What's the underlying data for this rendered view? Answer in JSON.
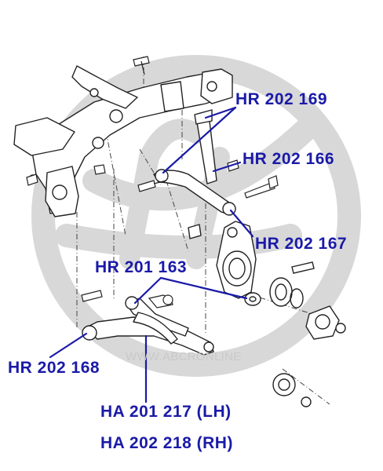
{
  "watermark": {
    "text": "WWW.ABCRONLINE",
    "color": "#c9c9c9"
  },
  "callouts": {
    "hr202169": "HR 202 169",
    "hr202166": "HR 202 166",
    "hr202167": "HR 202 167",
    "hr201163": "HR 201 163",
    "hr202168": "HR 202 168",
    "ha201217": "HA 201 217 (LH)",
    "ha202218": "HA 202 218 (RH)"
  },
  "colors": {
    "callout_text": "#1a1aa8",
    "leader_line": "#1a1aa8",
    "part_outline": "#222222",
    "watermark_logo": "#d6d6d6"
  }
}
